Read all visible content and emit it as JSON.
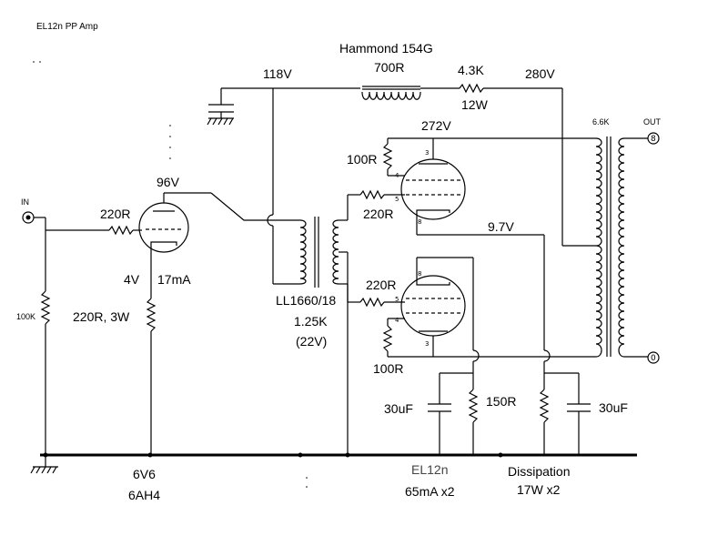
{
  "title": "EL12n PP Amp",
  "labels": {
    "hammond": "Hammond 154G",
    "choke_r": "700R",
    "series_r": "4.3K",
    "series_w": "12W",
    "v280": "280V",
    "v118": "118V",
    "v272": "272V",
    "out_tx": "6.6K",
    "out": "OUT",
    "out_8": "8",
    "out_0": "0",
    "r100_top": "100R",
    "r220_top": "220R",
    "v97": "9.7V",
    "v96": "96V",
    "in": "IN",
    "r220_in": "220R",
    "v4": "4V",
    "ma17": "17mA",
    "r220_3w": "220R, 3W",
    "r100k": "100K",
    "ll1660": "LL1660/18",
    "k125": "1.25K",
    "v22": "(22V)",
    "r220_bot": "220R",
    "r100_bot": "100R",
    "c30_left": "30uF",
    "r150": "150R",
    "c30_right": "30uF",
    "tube_6v6": "6V6",
    "tube_6ah4": "6AH4",
    "el12n": "EL12n",
    "ma65": "65mA   x2",
    "dissipation": "Dissipation",
    "w17": "17W   x2"
  }
}
